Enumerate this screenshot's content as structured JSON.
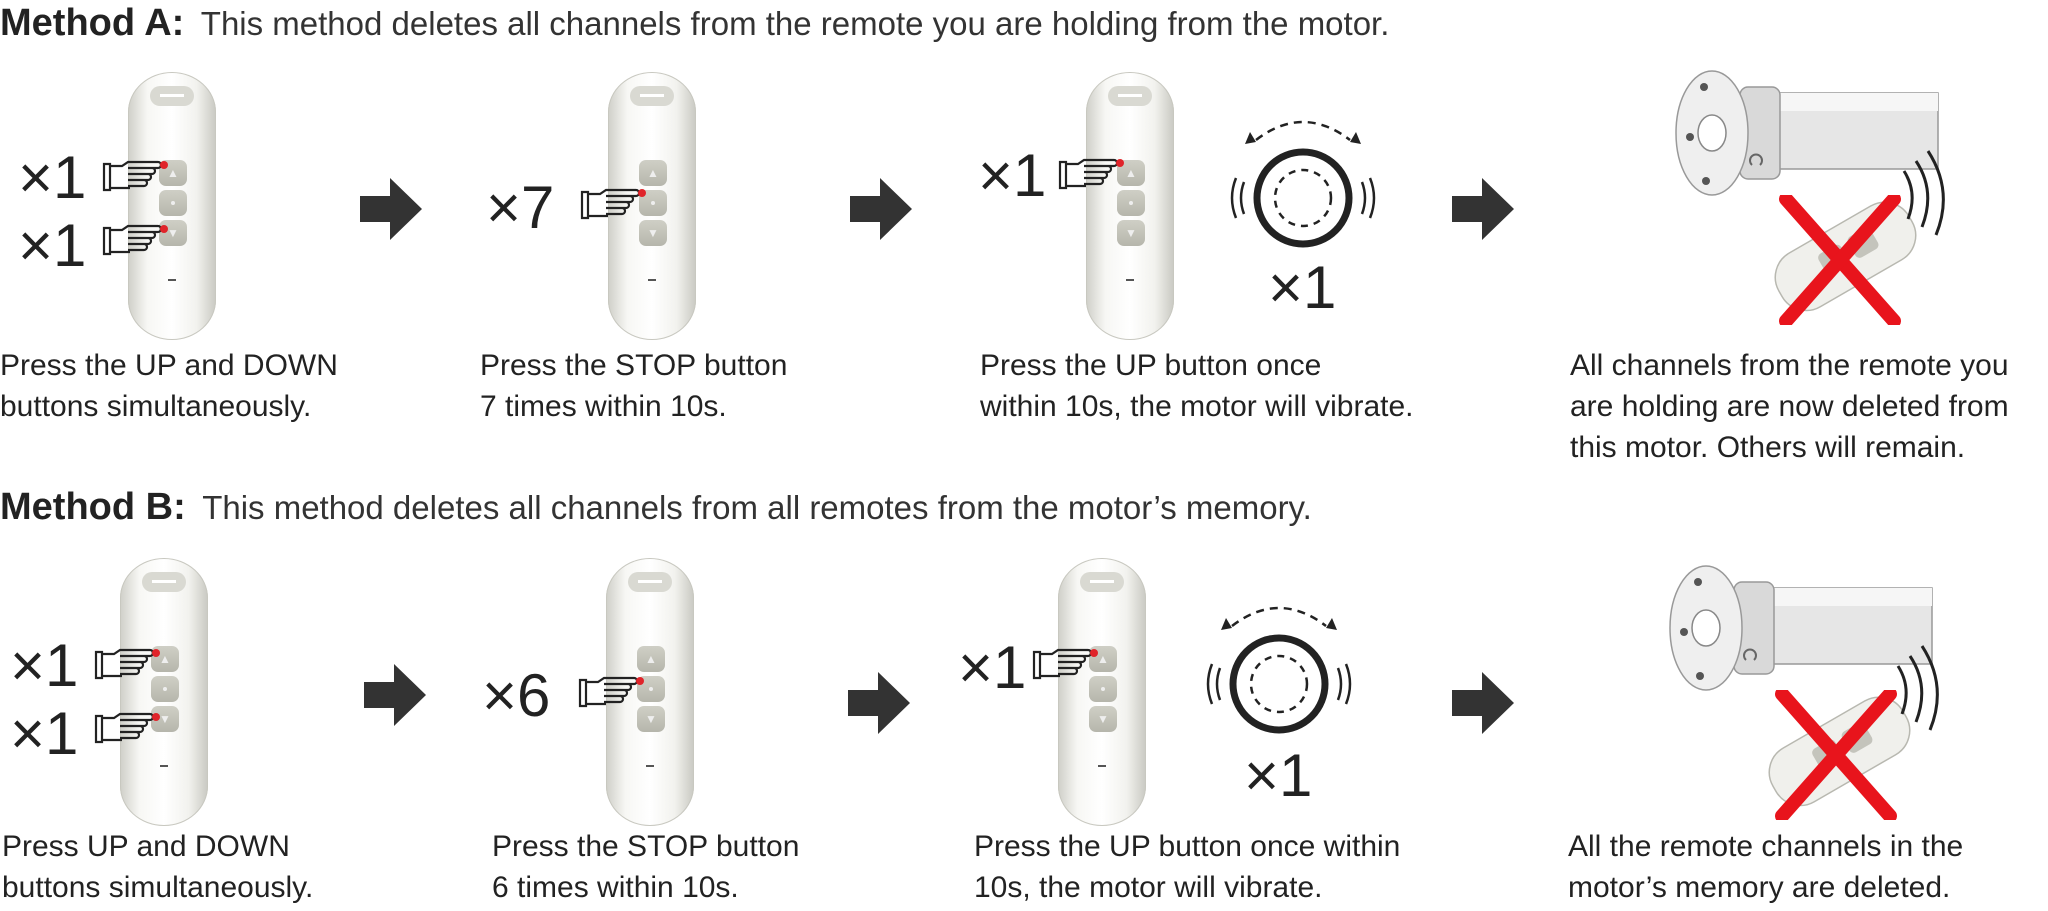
{
  "methods": [
    {
      "title": "Method A:",
      "description": "This method deletes all channels from the remote you are holding from the motor.",
      "steps": [
        {
          "counts": [
            "×1",
            "×1"
          ],
          "caption": [
            "Press the UP and DOWN",
            "buttons simultaneously."
          ]
        },
        {
          "counts": [
            "×7"
          ],
          "caption": [
            "Press the STOP button",
            "7 times within 10s."
          ]
        },
        {
          "counts": [
            "×1",
            "×1"
          ],
          "caption": [
            "Press the UP button once",
            "within 10s, the motor will vibrate."
          ]
        },
        {
          "counts": [],
          "caption": [
            "All channels from the remote you",
            "are holding are now deleted from",
            "this motor. Others will remain."
          ]
        }
      ]
    },
    {
      "title": "Method B:",
      "description": "This method deletes all channels from all remotes from the motor’s memory.",
      "steps": [
        {
          "counts": [
            "×1",
            "×1"
          ],
          "caption": [
            "Press UP and DOWN",
            "buttons simultaneously."
          ]
        },
        {
          "counts": [
            "×6"
          ],
          "caption": [
            "Press the STOP button",
            "6 times within 10s."
          ]
        },
        {
          "counts": [
            "×1",
            "×1"
          ],
          "caption": [
            "Press the UP button once within",
            "10s, the motor will vibrate."
          ]
        },
        {
          "counts": [],
          "caption": [
            "All the remote channels in the",
            "motor’s memory are deleted."
          ]
        }
      ]
    }
  ],
  "colors": {
    "accent_dot": "#e0242a",
    "cross": "#e8141c",
    "arrow": "#333333"
  },
  "icons": [
    "remote-control-icon",
    "pointing-hand-icon",
    "right-arrow-icon",
    "vibrating-motor-icon",
    "tubular-motor-icon",
    "red-cross-icon"
  ]
}
